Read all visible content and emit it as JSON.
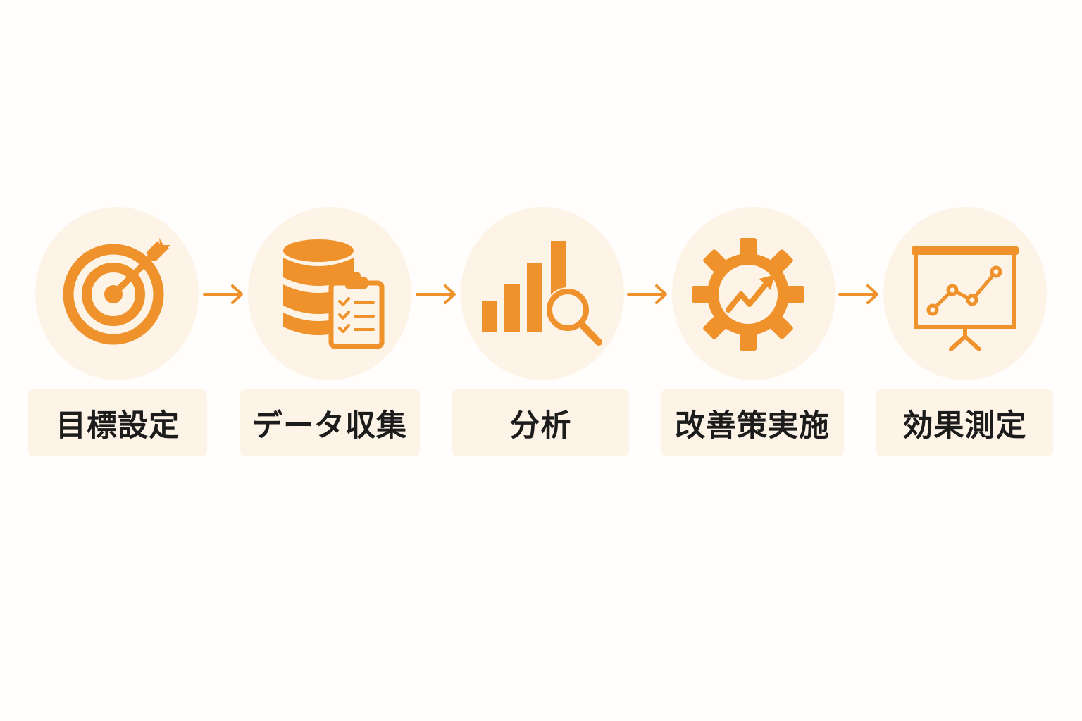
{
  "colors": {
    "accent": "#f0922b",
    "circle_bg": "#fdf3e6",
    "label_bg": "#fdf3e6",
    "text": "#1c1c1c",
    "background": "#fffefd"
  },
  "steps": [
    {
      "label": "目標設定",
      "icon": "target-icon"
    },
    {
      "label": "データ収集",
      "icon": "database-checklist-icon"
    },
    {
      "label": "分析",
      "icon": "bar-chart-magnifier-icon"
    },
    {
      "label": "改善策実施",
      "icon": "gear-trend-icon"
    },
    {
      "label": "効果測定",
      "icon": "presentation-chart-icon"
    }
  ]
}
